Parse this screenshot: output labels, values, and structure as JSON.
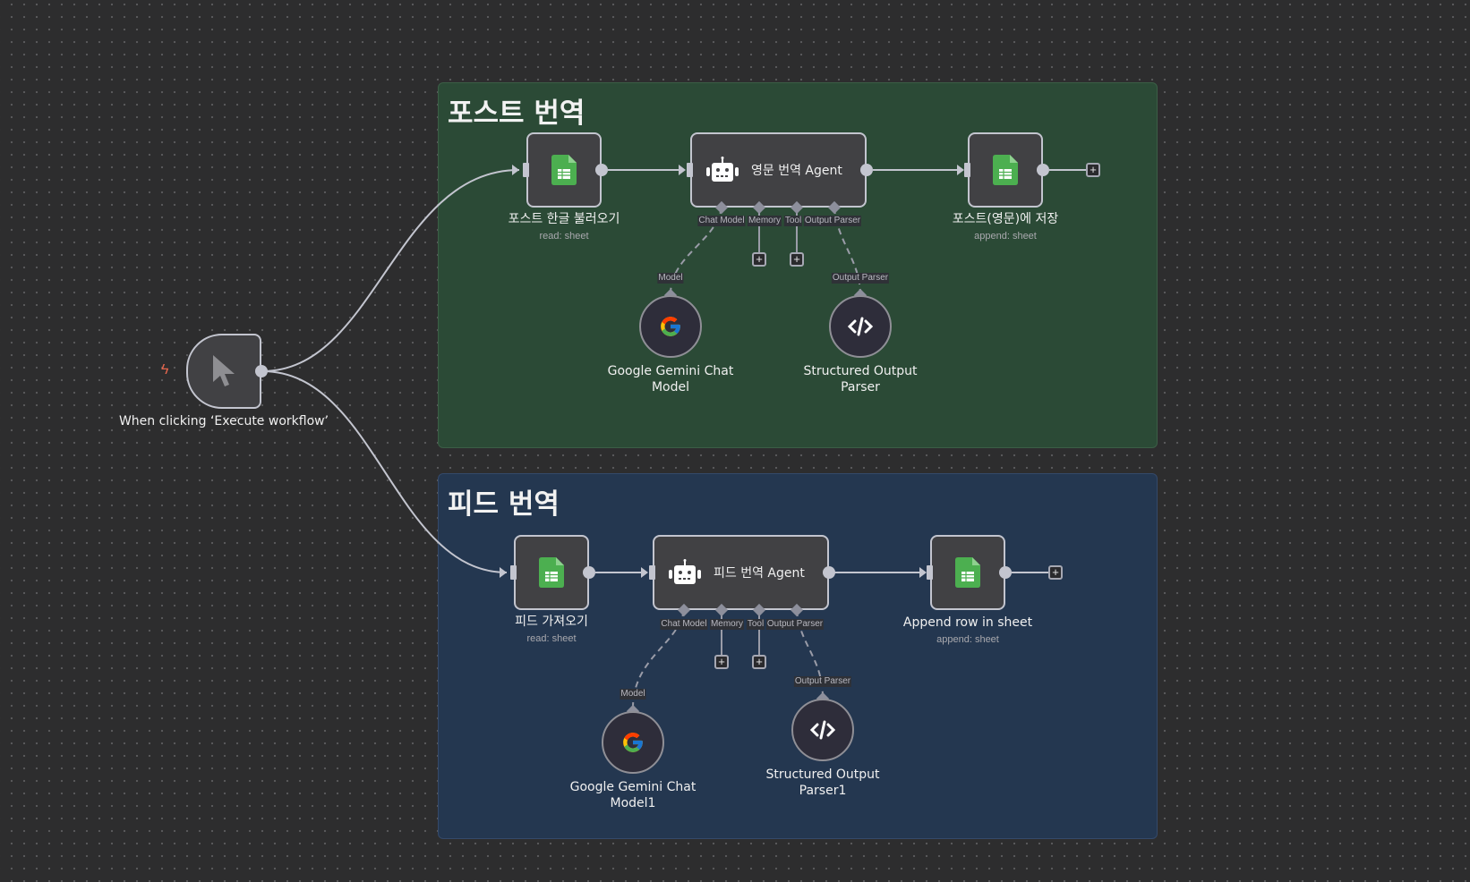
{
  "canvas": {
    "trigger_icon": "lightning-bolt-icon"
  },
  "groups": [
    {
      "title": "포스트 번역",
      "color": "#2b4a36"
    },
    {
      "title": "피드 번역",
      "color": "#243750"
    }
  ],
  "trigger": {
    "name": "When clicking ‘Execute workflow’",
    "icon": "cursor-pointer-icon"
  },
  "post": {
    "read": {
      "name": "포스트 한글 불러오기",
      "sub": "read: sheet",
      "icon": "google-sheets-icon"
    },
    "agent": {
      "name": "영문 번역 Agent",
      "icon": "robot-icon",
      "ports": [
        "Chat Model",
        "Memory",
        "Tool",
        "Output Parser"
      ]
    },
    "save": {
      "name": "포스트(영문)에 저장",
      "sub": "append: sheet",
      "icon": "google-sheets-icon"
    },
    "model": {
      "name": "Google Gemini Chat Model",
      "port": "Model",
      "icon": "google-g-icon"
    },
    "parser": {
      "name": "Structured Output Parser",
      "port": "Output Parser",
      "icon": "code-icon"
    }
  },
  "feed": {
    "read": {
      "name": "피드 가져오기",
      "sub": "read: sheet",
      "icon": "google-sheets-icon"
    },
    "agent": {
      "name": "피드 번역 Agent",
      "icon": "robot-icon",
      "ports": [
        "Chat Model",
        "Memory",
        "Tool",
        "Output Parser"
      ]
    },
    "save": {
      "name": "Append row in sheet",
      "sub": "append: sheet",
      "icon": "google-sheets-icon"
    },
    "model": {
      "name": "Google Gemini Chat Model1",
      "port": "Model",
      "icon": "google-g-icon"
    },
    "parser": {
      "name": "Structured Output Parser1",
      "port": "Output Parser",
      "icon": "code-icon"
    }
  },
  "plus_label": "+",
  "colors": {
    "sheets_green": "#4caf50",
    "trigger_bolt": "#e5664d",
    "edge": "#c3c5cf"
  }
}
